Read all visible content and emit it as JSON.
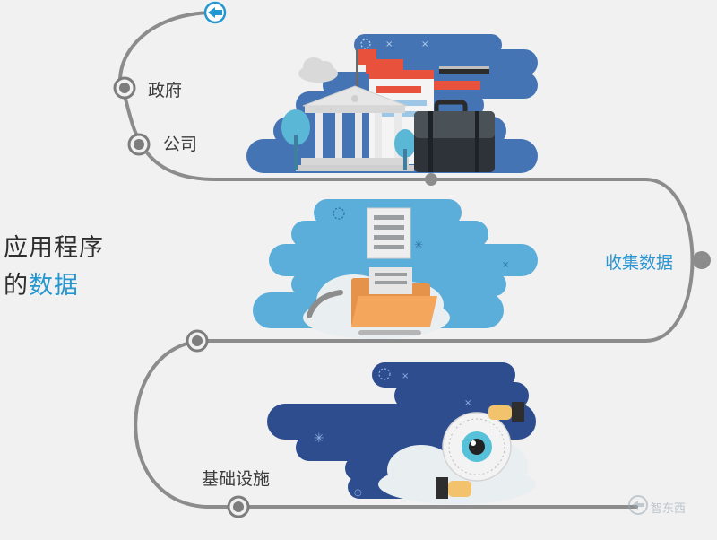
{
  "title": {
    "line1": "应用程序",
    "line2_prefix": "的",
    "line2_accent": "数据"
  },
  "steps": {
    "government": "政府",
    "company": "公司",
    "collect_data": "收集数据",
    "infrastructure": "基础设施"
  },
  "watermark": "智东西",
  "colors": {
    "path": "#8c8c8c",
    "accent": "#2596cf",
    "panel_top": "#4574b5",
    "panel_mid": "#5aaed9",
    "panel_bottom": "#2e4d8f"
  },
  "icons": [
    "start-arrow-icon",
    "bank-icon",
    "briefcase-icon",
    "document-icon",
    "folder-icon",
    "eye-icon",
    "cloud-icon",
    "tree-icon",
    "flag-icon"
  ]
}
